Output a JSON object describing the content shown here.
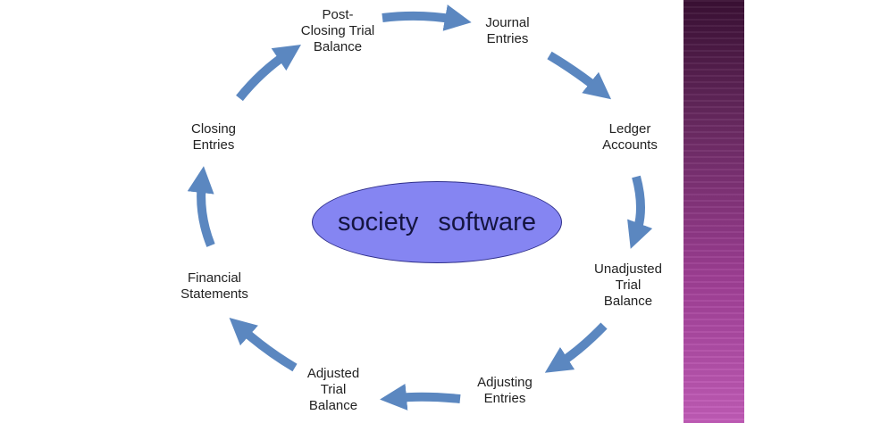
{
  "center": {
    "text": "society software",
    "color": "#8585f2"
  },
  "arrow_color": "#5b87c0",
  "stages": [
    {
      "id": "post-closing",
      "label": [
        "Post-",
        "Closing Trial",
        "Balance"
      ]
    },
    {
      "id": "journal",
      "label": [
        "Journal",
        "Entries"
      ]
    },
    {
      "id": "ledger",
      "label": [
        "Ledger",
        "Accounts"
      ]
    },
    {
      "id": "unadjusted",
      "label": [
        "Unadjusted",
        "Trial",
        "Balance"
      ]
    },
    {
      "id": "adjusting",
      "label": [
        "Adjusting",
        "Entries"
      ]
    },
    {
      "id": "adjusted",
      "label": [
        "Adjusted",
        "Trial",
        "Balance"
      ]
    },
    {
      "id": "financial",
      "label": [
        "Financial",
        "Statements"
      ]
    },
    {
      "id": "closing",
      "label": [
        "Closing",
        "Entries"
      ]
    }
  ]
}
